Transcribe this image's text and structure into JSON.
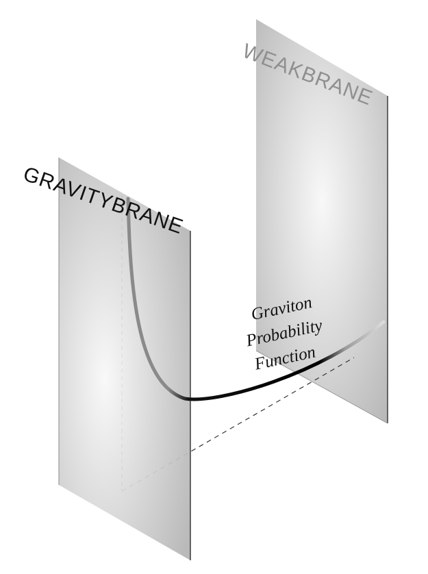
{
  "gravity_brane": {
    "label": "GRAVITYBRANE",
    "label_color": "#111111"
  },
  "weak_brane": {
    "label": "WEAKBRANE",
    "label_color": "#8f8f8f"
  },
  "curve": {
    "label_lines": [
      "Graviton",
      "Probability",
      "Function"
    ],
    "label_color": "#111111"
  },
  "colors": {
    "plane_center": "#f8f8f8",
    "plane_edge": "#b4b4b4",
    "plane_outline": "#4a4a4a",
    "curve_dark": "#000000",
    "curve_light": "#9a9a9a",
    "axis_dashed": "#333333"
  }
}
